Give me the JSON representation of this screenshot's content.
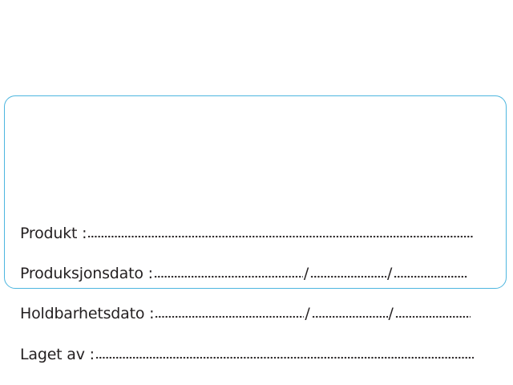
{
  "card": {
    "border_color": "#4db6df",
    "fields": [
      {
        "label": "Produkt :",
        "type": "line"
      },
      {
        "label": "Produksjonsdato :",
        "type": "date",
        "separator": "/"
      },
      {
        "label": "Holdbarhetsdato :",
        "type": "date",
        "separator": "/"
      },
      {
        "label": "Laget av :",
        "type": "line"
      }
    ]
  }
}
